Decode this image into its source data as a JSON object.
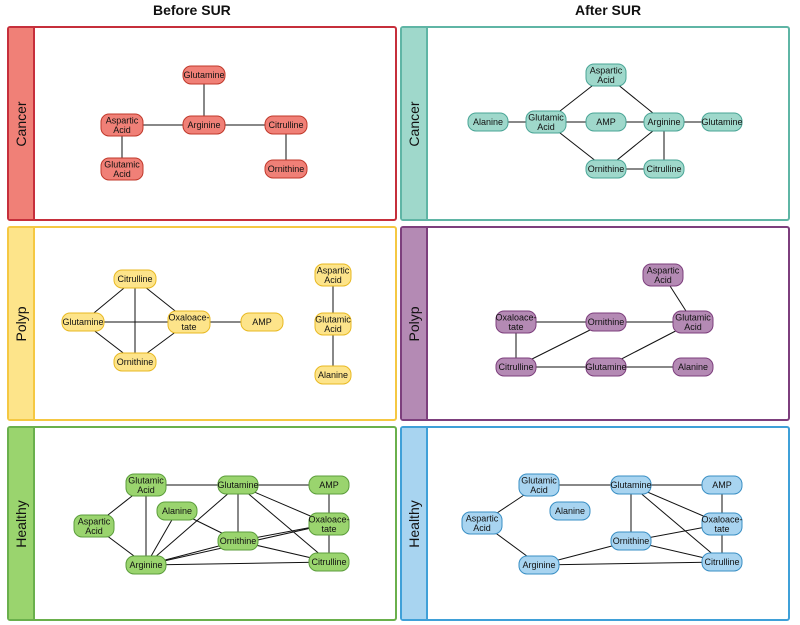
{
  "columns": [
    "Before SUR",
    "After SUR"
  ],
  "rows": [
    "Cancer",
    "Polyp",
    "Healthy"
  ],
  "colors": {
    "cancer_before": {
      "border": "#c62f3b",
      "fill": "#f08077",
      "strip": "#f08077",
      "stroke": "#c0392b"
    },
    "cancer_after": {
      "border": "#5fb5a5",
      "fill": "#9fd8cb",
      "strip": "#9fd8cb",
      "stroke": "#4aa596"
    },
    "polyp_before": {
      "border": "#f5c842",
      "fill": "#fde48a",
      "strip": "#fde48a",
      "stroke": "#e8b923"
    },
    "polyp_after": {
      "border": "#7d3f7d",
      "fill": "#b48ab4",
      "strip": "#b48ab4",
      "stroke": "#7d3f7d"
    },
    "healthy_before": {
      "border": "#6ab04c",
      "fill": "#9ad46e",
      "strip": "#9ad46e",
      "stroke": "#5c9e3c"
    },
    "healthy_after": {
      "border": "#3fa0d8",
      "fill": "#a8d4f0",
      "strip": "#a8d4f0",
      "stroke": "#3a8fc4"
    }
  },
  "panels": [
    {
      "id": "cancer_before",
      "row": "Cancer",
      "nodes": [
        {
          "id": "glutamine",
          "label": [
            "Glutamine"
          ]
        },
        {
          "id": "aspartic",
          "label": [
            "Aspartic",
            "Acid"
          ]
        },
        {
          "id": "arginine",
          "label": [
            "Arginine"
          ]
        },
        {
          "id": "citrulline",
          "label": [
            "Citrulline"
          ]
        },
        {
          "id": "glutamic",
          "label": [
            "Glutamic",
            "Acid"
          ]
        },
        {
          "id": "ornithine",
          "label": [
            "Ornithine"
          ]
        }
      ],
      "edges": [
        [
          "glutamine",
          "arginine"
        ],
        [
          "aspartic",
          "arginine"
        ],
        [
          "arginine",
          "citrulline"
        ],
        [
          "aspartic",
          "glutamic"
        ],
        [
          "citrulline",
          "ornithine"
        ]
      ]
    },
    {
      "id": "cancer_after",
      "row": "Cancer",
      "nodes": [
        {
          "id": "aspartic",
          "label": [
            "Aspartic",
            "Acid"
          ]
        },
        {
          "id": "alanine",
          "label": [
            "Alanine"
          ]
        },
        {
          "id": "glutamic",
          "label": [
            "Glutamic",
            "Acid"
          ]
        },
        {
          "id": "amp",
          "label": [
            "AMP"
          ]
        },
        {
          "id": "arginine",
          "label": [
            "Arginine"
          ]
        },
        {
          "id": "glutamine",
          "label": [
            "Glutamine"
          ]
        },
        {
          "id": "ornithine",
          "label": [
            "Ornithine"
          ]
        },
        {
          "id": "citrulline",
          "label": [
            "Citrulline"
          ]
        }
      ],
      "edges": [
        [
          "alanine",
          "glutamic"
        ],
        [
          "glutamic",
          "aspartic"
        ],
        [
          "aspartic",
          "arginine"
        ],
        [
          "glutamic",
          "arginine"
        ],
        [
          "glutamic",
          "ornithine"
        ],
        [
          "arginine",
          "glutamine"
        ],
        [
          "arginine",
          "citrulline"
        ],
        [
          "arginine",
          "ornithine"
        ],
        [
          "ornithine",
          "citrulline"
        ]
      ]
    },
    {
      "id": "polyp_before",
      "row": "Polyp",
      "nodes": [
        {
          "id": "citrulline",
          "label": [
            "Citrulline"
          ]
        },
        {
          "id": "glutamine",
          "label": [
            "Glutamine"
          ]
        },
        {
          "id": "oxaloacetate",
          "label": [
            "Oxaloace-",
            "tate"
          ]
        },
        {
          "id": "amp",
          "label": [
            "AMP"
          ]
        },
        {
          "id": "ornithine",
          "label": [
            "Ornithine"
          ]
        },
        {
          "id": "aspartic",
          "label": [
            "Aspartic",
            "Acid"
          ]
        },
        {
          "id": "glutamic",
          "label": [
            "Glutamic",
            "Acid"
          ]
        },
        {
          "id": "alanine",
          "label": [
            "Alanine"
          ]
        }
      ],
      "edges": [
        [
          "citrulline",
          "glutamine"
        ],
        [
          "citrulline",
          "oxaloacetate"
        ],
        [
          "citrulline",
          "ornithine"
        ],
        [
          "glutamine",
          "oxaloacetate"
        ],
        [
          "glutamine",
          "ornithine"
        ],
        [
          "oxaloacetate",
          "ornithine"
        ],
        [
          "oxaloacetate",
          "amp"
        ],
        [
          "aspartic",
          "glutamic"
        ],
        [
          "glutamic",
          "alanine"
        ]
      ]
    },
    {
      "id": "polyp_after",
      "row": "Polyp",
      "nodes": [
        {
          "id": "aspartic",
          "label": [
            "Aspartic",
            "Acid"
          ]
        },
        {
          "id": "oxaloacetate",
          "label": [
            "Oxaloace-",
            "tate"
          ]
        },
        {
          "id": "ornithine",
          "label": [
            "Ornithine"
          ]
        },
        {
          "id": "glutamic",
          "label": [
            "Glutamic",
            "Acid"
          ]
        },
        {
          "id": "citrulline",
          "label": [
            "Citrulline"
          ]
        },
        {
          "id": "glutamine",
          "label": [
            "Glutamine"
          ]
        },
        {
          "id": "alanine",
          "label": [
            "Alanine"
          ]
        }
      ],
      "edges": [
        [
          "aspartic",
          "glutamic"
        ],
        [
          "oxaloacetate",
          "ornithine"
        ],
        [
          "ornithine",
          "glutamic"
        ],
        [
          "oxaloacetate",
          "citrulline"
        ],
        [
          "ornithine",
          "citrulline"
        ],
        [
          "citrulline",
          "glutamine"
        ],
        [
          "glutamine",
          "alanine"
        ],
        [
          "glutamine",
          "glutamic"
        ]
      ]
    },
    {
      "id": "healthy_before",
      "row": "Healthy",
      "nodes": [
        {
          "id": "glutamic",
          "label": [
            "Glutamic",
            "Acid"
          ]
        },
        {
          "id": "glutamine",
          "label": [
            "Glutamine"
          ]
        },
        {
          "id": "amp",
          "label": [
            "AMP"
          ]
        },
        {
          "id": "aspartic",
          "label": [
            "Aspartic",
            "Acid"
          ]
        },
        {
          "id": "alanine",
          "label": [
            "Alanine"
          ]
        },
        {
          "id": "oxaloacetate",
          "label": [
            "Oxaloace-",
            "tate"
          ]
        },
        {
          "id": "ornithine",
          "label": [
            "Ornithine"
          ]
        },
        {
          "id": "arginine",
          "label": [
            "Arginine"
          ]
        },
        {
          "id": "citrulline",
          "label": [
            "Citrulline"
          ]
        }
      ],
      "edges": [
        [
          "glutamic",
          "glutamine"
        ],
        [
          "glutamine",
          "amp"
        ],
        [
          "glutamic",
          "arginine"
        ],
        [
          "aspartic",
          "glutamic"
        ],
        [
          "aspartic",
          "arginine"
        ],
        [
          "amp",
          "oxaloacetate"
        ],
        [
          "glutamine",
          "oxaloacetate"
        ],
        [
          "glutamine",
          "ornithine"
        ],
        [
          "glutamine",
          "citrulline"
        ],
        [
          "glutamine",
          "arginine"
        ],
        [
          "alanine",
          "ornithine"
        ],
        [
          "alanine",
          "arginine"
        ],
        [
          "ornithine",
          "citrulline"
        ],
        [
          "ornithine",
          "oxaloacetate"
        ],
        [
          "oxaloacetate",
          "citrulline"
        ],
        [
          "arginine",
          "ornithine"
        ],
        [
          "arginine",
          "oxaloacetate"
        ],
        [
          "arginine",
          "citrulline"
        ]
      ]
    },
    {
      "id": "healthy_after",
      "row": "Healthy",
      "nodes": [
        {
          "id": "glutamic",
          "label": [
            "Glutamic",
            "Acid"
          ]
        },
        {
          "id": "glutamine",
          "label": [
            "Glutamine"
          ]
        },
        {
          "id": "amp",
          "label": [
            "AMP"
          ]
        },
        {
          "id": "aspartic",
          "label": [
            "Aspartic",
            "Acid"
          ]
        },
        {
          "id": "alanine",
          "label": [
            "Alanine"
          ]
        },
        {
          "id": "oxaloacetate",
          "label": [
            "Oxaloace-",
            "tate"
          ]
        },
        {
          "id": "ornithine",
          "label": [
            "Ornithine"
          ]
        },
        {
          "id": "arginine",
          "label": [
            "Arginine"
          ]
        },
        {
          "id": "citrulline",
          "label": [
            "Citrulline"
          ]
        }
      ],
      "edges": [
        [
          "glutamic",
          "glutamine"
        ],
        [
          "glutamine",
          "amp"
        ],
        [
          "aspartic",
          "glutamic"
        ],
        [
          "aspartic",
          "arginine"
        ],
        [
          "amp",
          "oxaloacetate"
        ],
        [
          "glutamine",
          "oxaloacetate"
        ],
        [
          "glutamine",
          "ornithine"
        ],
        [
          "glutamine",
          "citrulline"
        ],
        [
          "ornithine",
          "oxaloacetate"
        ],
        [
          "ornithine",
          "citrulline"
        ],
        [
          "arginine",
          "ornithine"
        ],
        [
          "arginine",
          "citrulline"
        ],
        [
          "oxaloacetate",
          "citrulline"
        ]
      ]
    }
  ]
}
